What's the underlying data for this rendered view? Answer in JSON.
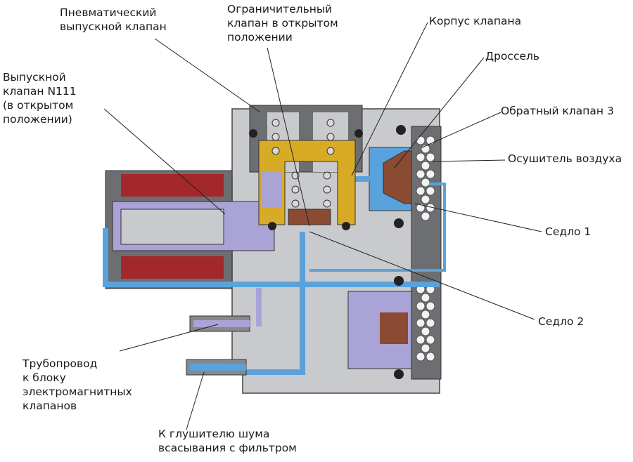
{
  "labels": {
    "pneumatic_exhaust_valve": "Пневматический\nвыпускной клапан",
    "limit_valve_open": "Ограничительный\nклапан в открытом\nположении",
    "valve_body": "Корпус клапана",
    "throttle": "Дроссель",
    "check_valve_3": "Обратный клапан 3",
    "air_dryer": "Осушитель воздуха",
    "exhaust_valve_n111": "Выпускной\nклапан N111\n(в открытом\nположении)",
    "seat_1": "Седло 1",
    "seat_2": "Седло 2",
    "pipeline": "Трубопровод\nк блоку\nэлектромагнитных\nклапанов",
    "to_muffler": "К глушителю шума\nвсасывания с фильтром"
  },
  "colors": {
    "body": "#c9cacd",
    "dark_gray": "#6d6e71",
    "air_flow": "#5aa2dc",
    "pilot_air": "#a9a3d6",
    "coil": "#a3282b",
    "housing": "#d8ab24",
    "piston": "#8b4a32"
  }
}
